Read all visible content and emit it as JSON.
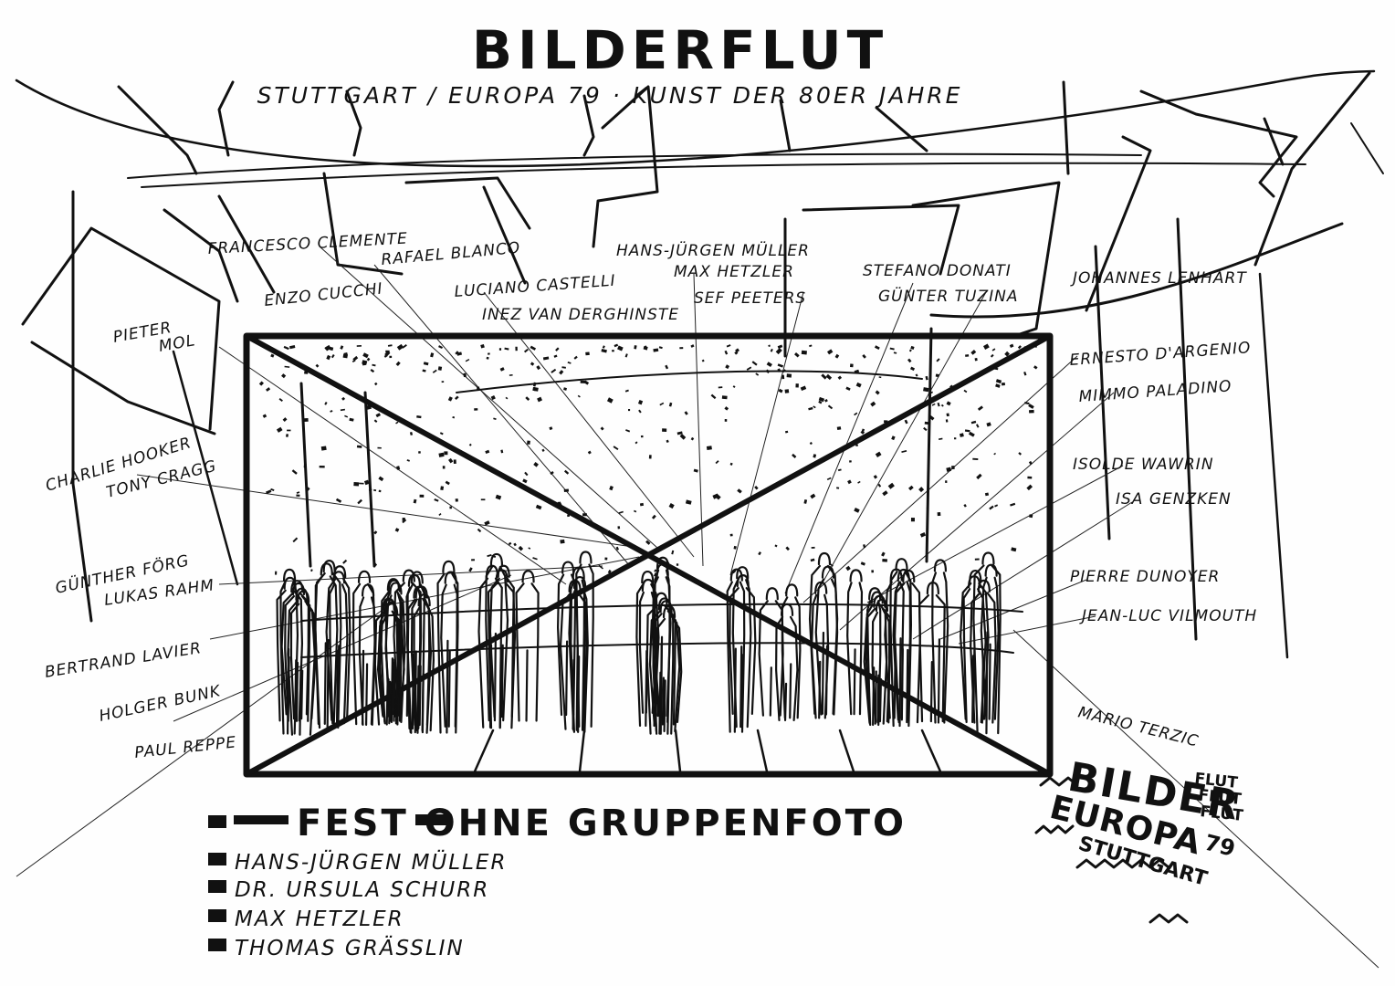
{
  "title": "BILDERFLUT",
  "subtitle": "STUTTGART / EUROPA 79 · KUNST DER 80ER JAHRE",
  "names_left": [
    "PIETER MOL",
    "CHARLIE HOOKER",
    "TONY CRAGG",
    "GÜNTHER FÖRG",
    "LUKAS RAHM",
    "BERTRAND LAVIER",
    "HOLGER BUNK",
    "PAUL REPPE"
  ],
  "names_top": [
    "FRANCESCO CLEMENTE",
    "ENZO CUCCHI",
    "RAFAEL BLANCO",
    "LUCIANO CASTELLI",
    "INEZ VAN DERGHINSTE",
    "HANS-JÜRGEN MÜLLER",
    "MAX HETZLER",
    "SEF PEETERS",
    "STEFANO DONATI",
    "GÜNTER TUZINA"
  ],
  "names_right": [
    "JOHANNES LENHART",
    "ERNESTO D'ARGENIO",
    "MIMMO PALADINO",
    "ISOLDE WAWRIN",
    "ISA GENZKEN",
    "PIERRE DUNOYER",
    "JEAN-LUC VILMOUTH",
    "MARIO TERZIC"
  ],
  "headline": "FEST OHNE GRUPPENFOTO",
  "hosts": [
    "HANS-JÜRGEN MÜLLER",
    "DR. URSULA SCHURR",
    "MAX HETZLER",
    "THOMAS GRÄSSLIN"
  ],
  "stamp": {
    "word1": "BILDER",
    "flut_lines": [
      "FLUT",
      "FLUT",
      "FLUT"
    ],
    "word2": "EUROPA",
    "number": "79",
    "city": "STUTTGART"
  },
  "colors": {
    "ink": "#111111",
    "paper": "#fefefe"
  }
}
